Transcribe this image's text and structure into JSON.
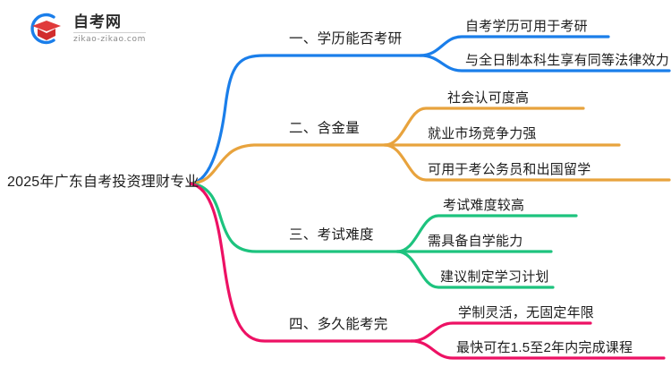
{
  "logo": {
    "cn_name": "自考网",
    "domain": "zikao-zikao.com",
    "mark_icon": "graduation-cap-icon",
    "arc_color": "#1a7eea",
    "cap_color": "#e03a3a"
  },
  "mindmap": {
    "root": {
      "label": "2025年广东自考投资理财专业"
    },
    "branches": [
      {
        "label": "一、学历能否考研",
        "color": "#1a7eea",
        "children": [
          {
            "label": "自考学历可用于考研"
          },
          {
            "label": "与全日制本科生享有同等法律效力"
          }
        ]
      },
      {
        "label": "二、含金量",
        "color": "#e8a33d",
        "children": [
          {
            "label": "社会认可度高"
          },
          {
            "label": "就业市场竞争力强"
          },
          {
            "label": "可用于考公务员和出国留学"
          }
        ]
      },
      {
        "label": "三、考试难度",
        "color": "#1dc37e",
        "children": [
          {
            "label": "考试难度较高"
          },
          {
            "label": "需具备自学能力"
          },
          {
            "label": "建议制定学习计划"
          }
        ]
      },
      {
        "label": "四、多久能考完",
        "color": "#ed1164",
        "children": [
          {
            "label": "学制灵活，无固定年限"
          },
          {
            "label": "最快可在1.5至2年内完成课程"
          }
        ]
      }
    ]
  }
}
